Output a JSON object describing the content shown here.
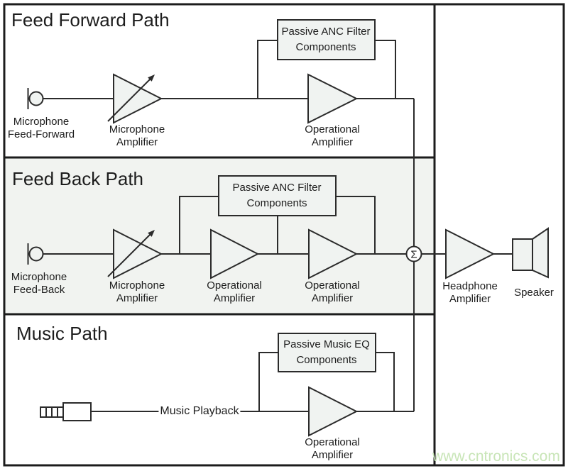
{
  "sections": {
    "feed_forward": {
      "title": "Feed Forward Path",
      "mic_label": "Microphone\nFeed-Forward",
      "mic_amp_label": "Microphone\nAmplifier",
      "filter_box_label": "Passive ANC Filter\nComponents",
      "op_amp_label": "Operational\nAmplifier"
    },
    "feed_back": {
      "title": "Feed Back Path",
      "mic_label": "Microphone\nFeed-Back",
      "mic_amp_label": "Microphone\nAmplifier",
      "filter_box_label": "Passive ANC Filter\nComponents",
      "op_amp1_label": "Operational\nAmplifier",
      "op_amp2_label": "Operational\nAmplifier"
    },
    "music": {
      "title": "Music Path",
      "playback_label": "Music Playback",
      "eq_box_label": "Passive Music EQ\nComponents",
      "op_amp_label": "Operational\nAmplifier"
    },
    "output": {
      "sum_symbol": "Σ",
      "headphone_amp_label": "Headphone\nAmplifier",
      "speaker_label": "Speaker"
    }
  },
  "watermark": "www.cntronics.com",
  "colors": {
    "line": "#2b2b2b",
    "frame": "#1c1c1c",
    "shape_fill": "#f0f3f1",
    "feedback_bg": "#f1f3f0",
    "watermark": "#c8e5b7",
    "text": "#1d1d1d"
  }
}
